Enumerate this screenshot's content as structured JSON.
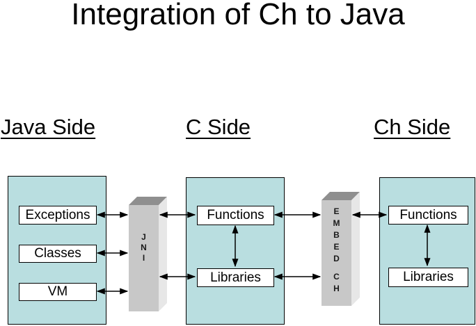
{
  "title": "Integration of Ch to Java",
  "sections": {
    "java": {
      "heading": "Java Side",
      "boxes": [
        "Exceptions",
        "Classes",
        "VM"
      ]
    },
    "c": {
      "heading": "C Side",
      "boxes": [
        "Functions",
        "Libraries"
      ]
    },
    "ch": {
      "heading": "Ch Side",
      "boxes": [
        "Functions",
        "Libraries"
      ]
    }
  },
  "connectors": {
    "jni": {
      "label": "JNI",
      "letters": [
        "J",
        "N",
        "I"
      ]
    },
    "embed": {
      "label": "EMBED CH",
      "letters": [
        "E",
        "M",
        "B",
        "E",
        "D",
        "C",
        "H"
      ]
    }
  },
  "colors": {
    "panel_fill": "#b9dee0",
    "bar_front": "#c8c8c8",
    "bar_top": "#8f8f8f",
    "bar_side": "#e7e7e7",
    "arrow_color": "#000000"
  }
}
